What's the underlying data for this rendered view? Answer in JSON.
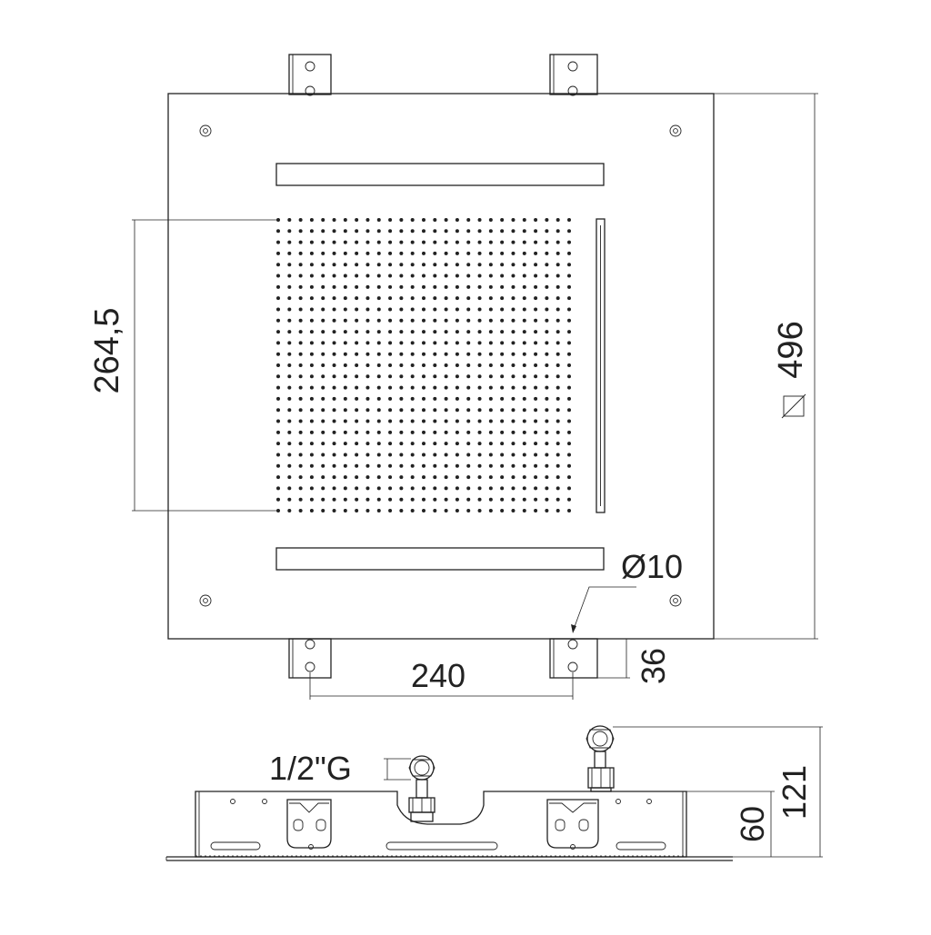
{
  "dimensions": {
    "nozzle_field_height": "264,5",
    "panel_size": "496",
    "nozzle_diameter": "Ø10",
    "bracket_spacing": "240",
    "bracket_projection": "36",
    "connection_thread": "1/2\"G",
    "panel_depth": "60",
    "total_height": "121"
  },
  "symbols": {
    "square": "square-symbol-icon"
  },
  "colors": {
    "line": "#222222",
    "background": "#ffffff"
  },
  "nozzle_grid": {
    "rows": 27,
    "cols": 27
  }
}
